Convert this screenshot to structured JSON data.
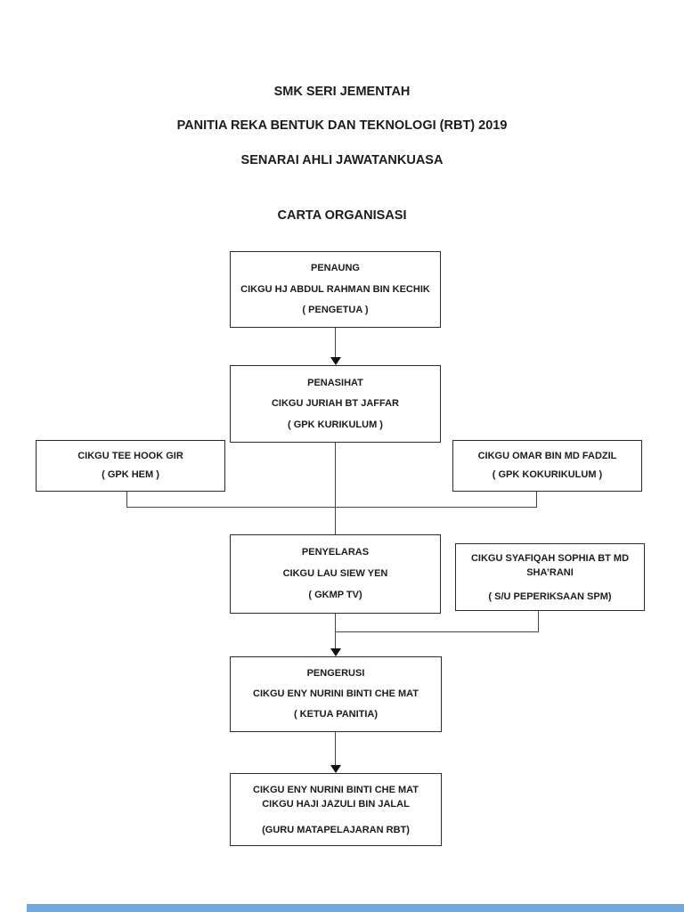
{
  "headers": {
    "school": "SMK SERI JEMENTAH",
    "panitia": "PANITIA REKA BENTUK DAN TEKNOLOGI (RBT) 2019",
    "senarai": "SENARAI AHLI JAWATANKUASA",
    "chart_title": "CARTA ORGANISASI"
  },
  "org_chart": {
    "penaung": {
      "title": "PENAUNG",
      "name": "CIKGU HJ ABDUL RAHMAN BIN KECHIK",
      "role": "( PENGETUA )"
    },
    "penasihat": {
      "title": "PENASIHAT",
      "name": "CIKGU JURIAH BT JAFFAR",
      "role": "( GPK KURIKULUM )"
    },
    "gpk_hem": {
      "name": "CIKGU TEE HOOK GIR",
      "role": "( GPK HEM )"
    },
    "gpk_koko": {
      "name": "CIKGU OMAR BIN MD FADZIL",
      "role": "( GPK KOKURIKULUM )"
    },
    "penyelaras": {
      "title": "PENYELARAS",
      "name": "CIKGU LAU SIEW YEN",
      "role": "(  GKMP TV)"
    },
    "su_spm": {
      "name_line1": "CIKGU SYAFIQAH SOPHIA BT MD",
      "name_line2": "SHA’RANI",
      "role": "( S/U PEPERIKSAAN SPM)"
    },
    "pengerusi": {
      "title": "PENGERUSI",
      "name": "CIKGU ENY NURINI BINTI CHE MAT",
      "role": "( KETUA PANITIA)"
    },
    "guru": {
      "name_line1": "CIKGU ENY NURINI BINTI CHE MAT",
      "name_line2": "CIKGU HAJI JAZULI BIN JALAL",
      "role": "(GURU MATAPELAJARAN RBT)"
    }
  },
  "colors": {
    "text": "#1c1c1c",
    "box_border": "#2b2b2b",
    "line": "#454545",
    "next_page_edge_blue": "#6fa8dc"
  }
}
